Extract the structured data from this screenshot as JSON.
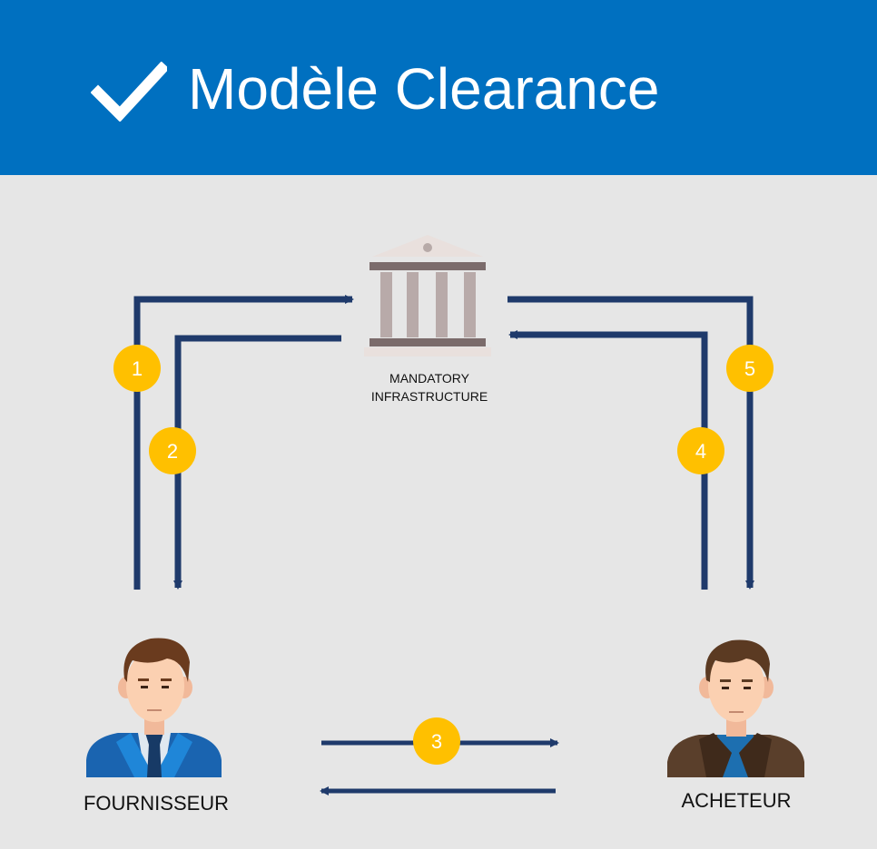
{
  "header": {
    "title": "Modèle Clearance",
    "check_icon": "checkmark-icon",
    "background": "#0070c0"
  },
  "infrastructure": {
    "icon": "bank-building-icon",
    "label_line1": "MANDATORY",
    "label_line2": "INFRASTRUCTURE"
  },
  "supplier": {
    "icon": "businessman-blue-suit-icon",
    "label": "FOURNISSEUR"
  },
  "buyer": {
    "icon": "businessman-brown-jacket-icon",
    "label": "ACHETEUR"
  },
  "steps": [
    "1",
    "2",
    "3",
    "4",
    "5"
  ],
  "colors": {
    "arrow": "#1f3a6b",
    "badge": "#ffc000",
    "background": "#e6e6e6"
  }
}
